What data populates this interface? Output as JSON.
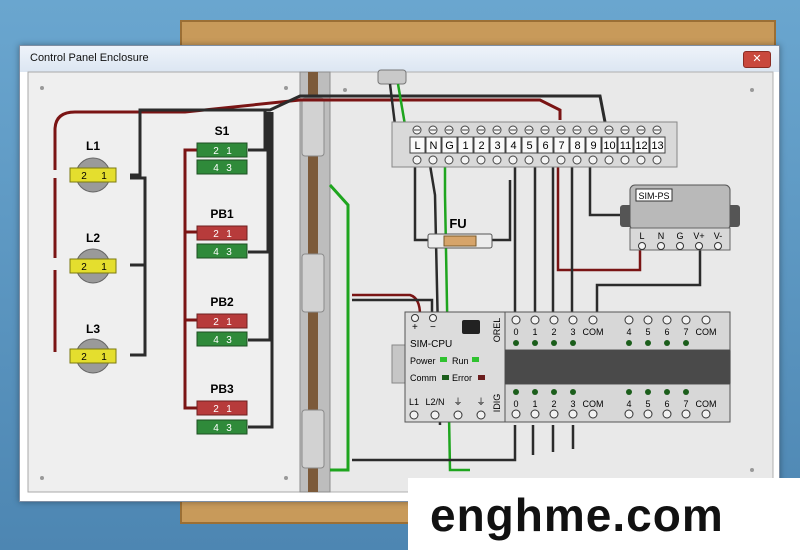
{
  "window": {
    "title": "Control Panel Enclosure",
    "close_glyph": "✕"
  },
  "lamps": [
    {
      "label": "L1",
      "terminals": [
        "2",
        "1"
      ]
    },
    {
      "label": "L2",
      "terminals": [
        "2",
        "1"
      ]
    },
    {
      "label": "L3",
      "terminals": [
        "2",
        "1"
      ]
    }
  ],
  "switches": [
    {
      "label": "S1",
      "top": [
        "2",
        "1"
      ],
      "bottom": [
        "4",
        "3"
      ]
    },
    {
      "label": "PB1",
      "top": [
        "2",
        "1"
      ],
      "bottom": [
        "4",
        "3"
      ]
    },
    {
      "label": "PB2",
      "top": [
        "2",
        "1"
      ],
      "bottom": [
        "4",
        "3"
      ]
    },
    {
      "label": "PB3",
      "top": [
        "2",
        "1"
      ],
      "bottom": [
        "4",
        "3"
      ]
    }
  ],
  "terminal_strip": [
    "L",
    "N",
    "G",
    "1",
    "2",
    "3",
    "4",
    "5",
    "6",
    "7",
    "8",
    "9",
    "10",
    "11",
    "12",
    "13"
  ],
  "fuse": {
    "label": "FU"
  },
  "power_supply": {
    "label": "SIM-PS",
    "terminals": [
      "L",
      "N",
      "G",
      "V+",
      "V-"
    ]
  },
  "plc": {
    "name": "SIM-CPU",
    "supply": [
      "+",
      "−"
    ],
    "output_label": "OREL",
    "outputs": [
      "0",
      "1",
      "2",
      "3",
      "COM",
      "4",
      "5",
      "6",
      "7",
      "COM"
    ],
    "input_label": "IDIG",
    "inputs": [
      "0",
      "1",
      "2",
      "3",
      "COM",
      "4",
      "5",
      "6",
      "7",
      "COM"
    ],
    "power_terminals": [
      "L1",
      "L2/N",
      "⏚",
      "⏚"
    ],
    "status": {
      "power": "Power",
      "run": "Run",
      "comm": "Comm",
      "error": "Error"
    }
  },
  "watermark": "enghme.com",
  "colors": {
    "red_wire": "#7a1414",
    "black_wire": "#2b2b2b",
    "green_wire": "#1ea51e",
    "lamp_yellow": "#e4de2e",
    "switch_green": "#2f8a3a",
    "switch_red": "#b73b3b"
  }
}
